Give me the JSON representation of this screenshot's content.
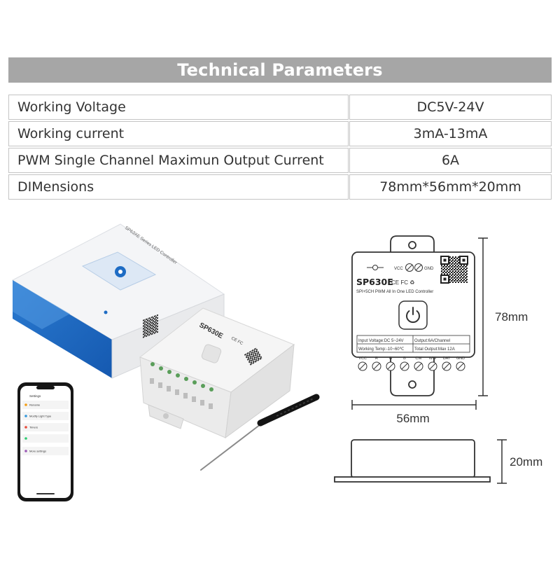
{
  "header": {
    "title": "Technical Parameters"
  },
  "specs": [
    {
      "label": "Working Voltage",
      "value": "DC5V-24V"
    },
    {
      "label": "Working current",
      "value": "3mA-13mA"
    },
    {
      "label": "PWM Single Channel Maximun Output Current",
      "value": "6A"
    },
    {
      "label": "DIMensions",
      "value": "78mm*56mm*20mm"
    }
  ],
  "drawing": {
    "model": "SP630E",
    "certs": "CE FC ♻",
    "subtitle": "SPI+5CH PWM All In One LED Controller",
    "top_labels": {
      "vcc": "VCC",
      "gnd": "GND"
    },
    "spec_box": {
      "input": "Input Voltage:DC 5~24V",
      "output": "Output:6A/Channel",
      "temp": "Working Temp:-10~60℃",
      "total": "Total Output:Max 12A"
    },
    "terminals": [
      "VCC",
      "R",
      "G",
      "B",
      "CW",
      "WW",
      "DAT",
      "GND"
    ],
    "dimensions": {
      "length": "78mm",
      "width": "56mm",
      "height": "20mm"
    }
  },
  "photo": {
    "box_text": "SP63XE Series LED Controller",
    "device_model": "SP630E",
    "device_certs": "CE FC",
    "phone": {
      "title": "Settings",
      "items": [
        "Rename",
        "Modify Light Type",
        "Timers",
        "More settings"
      ]
    }
  },
  "colors": {
    "header_bg": "#a6a6a6",
    "header_text": "#ffffff",
    "table_border": "#c4c4c4",
    "box_blue": "#1e6cc4",
    "device_white": "#f2f2f2",
    "line_art": "#333333"
  },
  "icons": [
    "power-icon",
    "qr-code-icon",
    "dc-jack-icon",
    "screw-terminal-icon",
    "recycle-icon"
  ]
}
